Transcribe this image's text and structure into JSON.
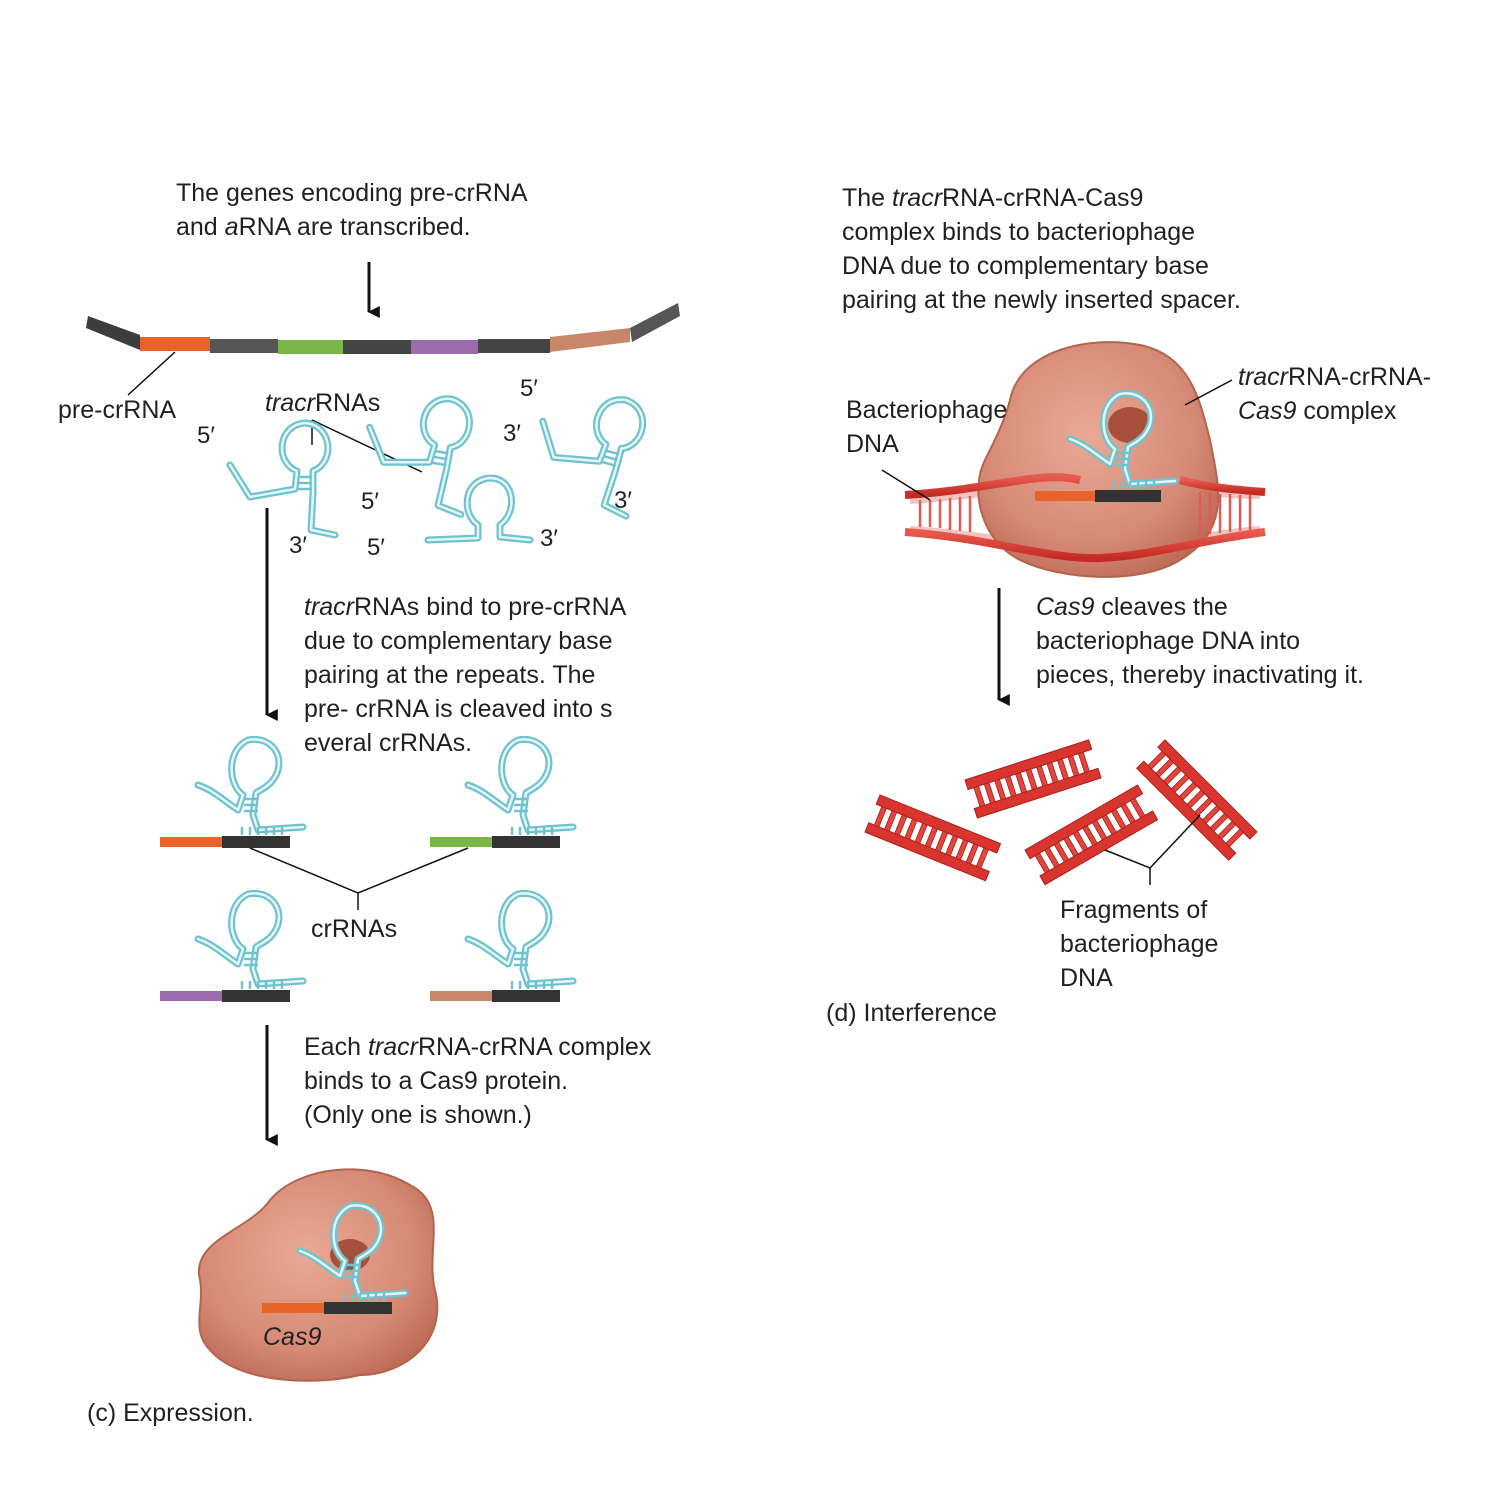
{
  "expression": {
    "step1": {
      "line1": "The genes encoding pre-crRNA",
      "line2_a": "and ",
      "line2_italic": "a",
      "line2_b": "RNA are transcribed."
    },
    "label_precrrna": "pre-crRNA",
    "label_tracrrnas_italic": "tracr",
    "label_tracrrnas_rest": "RNAs",
    "primes": {
      "five": "5′",
      "three": "3′"
    },
    "step2": {
      "line1_italic": "tracr",
      "line1_rest": "RNAs bind to pre-crRNA",
      "line2": "due to complementary base",
      "line3": "pairing at the repeats. The",
      "line4": "pre- crRNA is cleaved into s",
      "line5": "everal crRNAs."
    },
    "label_crrnas": "crRNAs",
    "step3": {
      "line1_a": "Each ",
      "line1_italic": "tracr",
      "line1_b": "RNA-crRNA complex",
      "line2": "binds to a Cas9 protein.",
      "line3": "(Only one is shown.)"
    },
    "label_cas9": "Cas9",
    "caption": "(c) Expression."
  },
  "interference": {
    "step1": {
      "line1_a": "The ",
      "line1_italic": "tracr",
      "line1_b": "RNA-crRNA-Cas9",
      "line2": "complex binds to bacteriophage",
      "line3": "DNA due to complementary base",
      "line4": "pairing at the newly inserted spacer."
    },
    "label_phage_dna": {
      "line1": "Bacteriophage",
      "line2": "DNA"
    },
    "label_complex": {
      "line1_italic": "tracr",
      "line1_rest": "RNA-crRNA-",
      "line2_italic": "Cas9",
      "line2_rest": " complex"
    },
    "step2": {
      "line1_italic": "Cas9",
      "line1_rest": " cleaves the",
      "line2": "bacteriophage DNA into",
      "line3": "pieces, thereby inactivating it."
    },
    "label_fragments": {
      "line1": "Fragments of",
      "line2": "bacteriophage",
      "line3": "DNA"
    },
    "caption": "(d) Interference"
  },
  "colors": {
    "rna": "#6fc3cf",
    "rna_light": "#d9f1f4",
    "protein": "#d98e7a",
    "protein_dark": "#b4634f",
    "dna": "#d9352e",
    "spacer_orange": "#e8632a",
    "spacer_green": "#7ab648",
    "spacer_purple": "#9b6bab",
    "spacer_tan": "#c9876a",
    "repeat": "#3a3a3a"
  }
}
